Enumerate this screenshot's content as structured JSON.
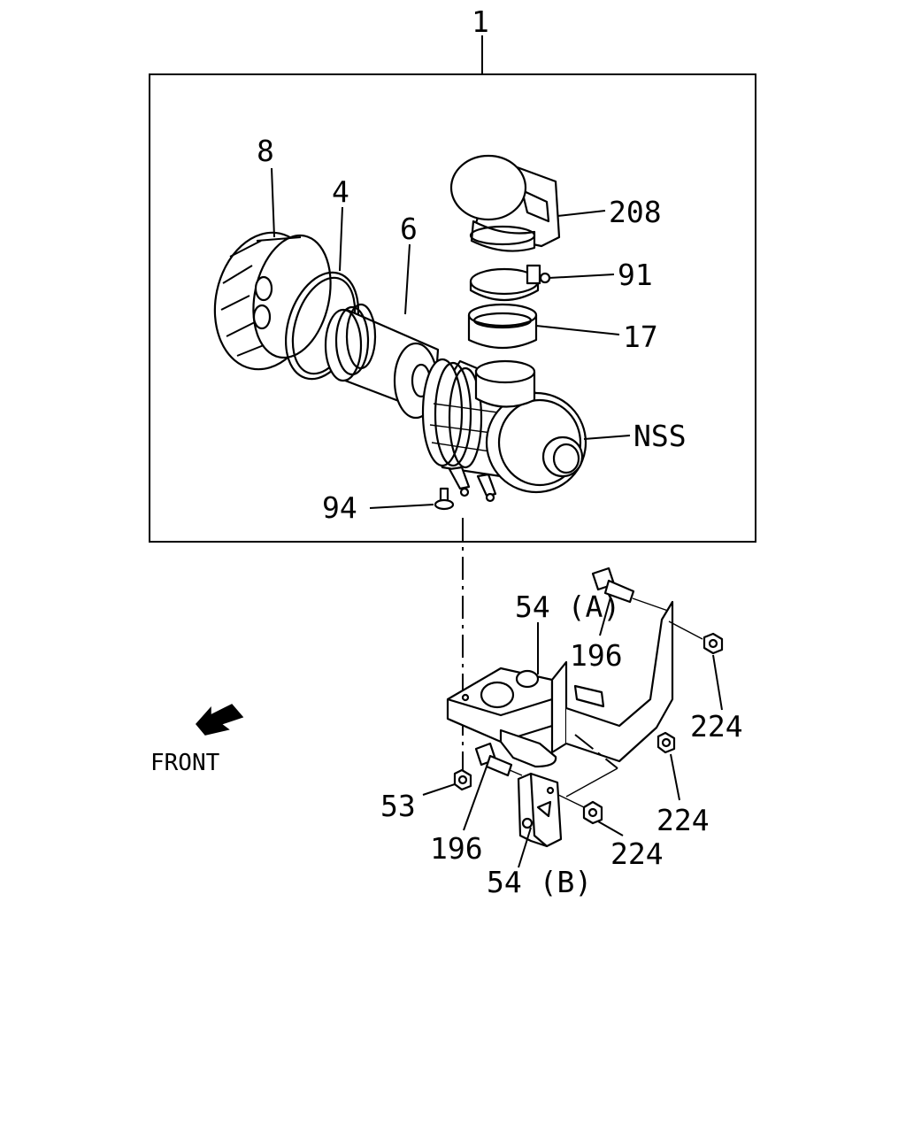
{
  "callouts": {
    "assembly": "1",
    "cap": "8",
    "seal": "4",
    "element": "6",
    "duct": "208",
    "clamp": "91",
    "band": "17",
    "housing": "NSS",
    "bolt_94": "94",
    "bracket_a": "54 (A)",
    "bolt_196_top": "196",
    "nut_224_right": "224",
    "nut_224_mid": "224",
    "nut_224_low": "224",
    "nut_53": "53",
    "bolt_196_low": "196",
    "bracket_b": "54 (B)"
  },
  "front": {
    "label": "FRONT",
    "arrow": "front-arrow-icon"
  }
}
